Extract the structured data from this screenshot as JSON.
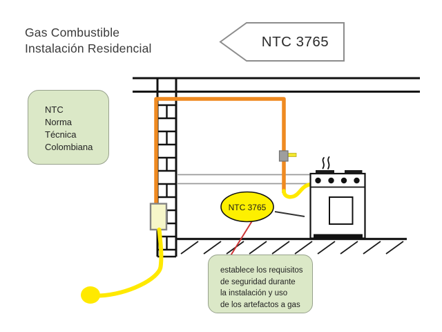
{
  "title": {
    "line1": "Gas Combustible",
    "line2": "Instalación Residencial"
  },
  "arrow_callout": {
    "label": "NTC 3765"
  },
  "ntc_box": {
    "lines": [
      "NTC",
      "Norma",
      "Técnica",
      "Colombiana"
    ]
  },
  "ellipse_callout": {
    "label": "NTC 3765"
  },
  "description_box": {
    "lines": [
      "establece los requisitos",
      "de seguridad durante",
      "la instalación y uso",
      "de los artefactos a gas"
    ]
  },
  "diagram": {
    "colors": {
      "pipe_orange": "#ef8a21",
      "hose_yellow": "#ffe900",
      "callout_yellow": "#fdf000",
      "note_green": "#dbe8c7",
      "pointer_red": "#cc3333",
      "meter_cream": "#f6f6c9"
    }
  }
}
